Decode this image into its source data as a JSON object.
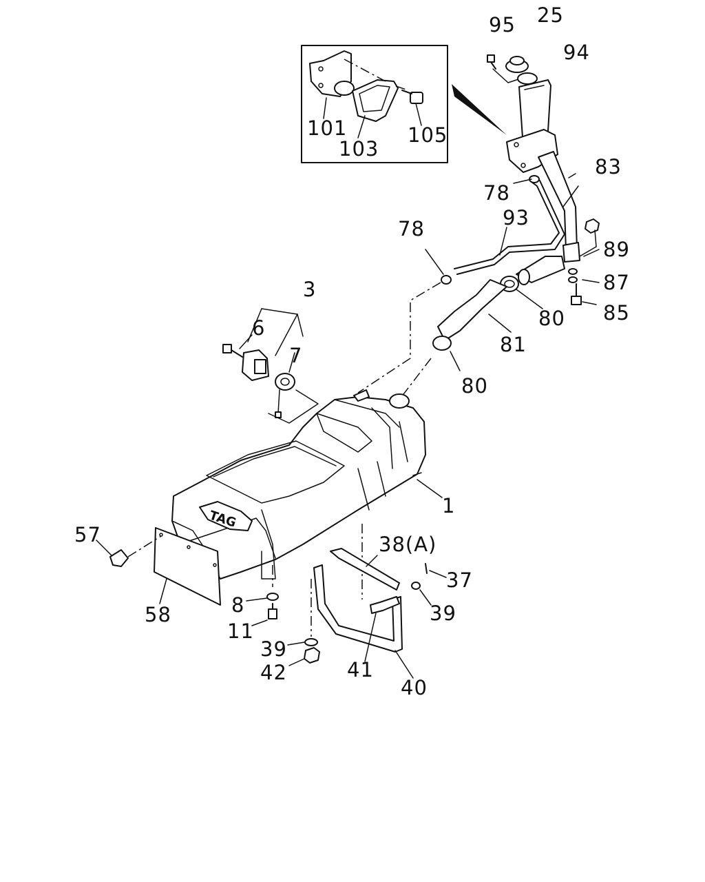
{
  "diagram": {
    "callouts": [
      {
        "id": "c95",
        "label": "95"
      },
      {
        "id": "c25",
        "label": "25"
      },
      {
        "id": "c94",
        "label": "94"
      },
      {
        "id": "c101",
        "label": "101"
      },
      {
        "id": "c103",
        "label": "103"
      },
      {
        "id": "c105",
        "label": "105"
      },
      {
        "id": "c83",
        "label": "83"
      },
      {
        "id": "c78a",
        "label": "78"
      },
      {
        "id": "c78b",
        "label": "78"
      },
      {
        "id": "c93",
        "label": "93"
      },
      {
        "id": "c89",
        "label": "89"
      },
      {
        "id": "c87",
        "label": "87"
      },
      {
        "id": "c85",
        "label": "85"
      },
      {
        "id": "c80a",
        "label": "80"
      },
      {
        "id": "c81",
        "label": "81"
      },
      {
        "id": "c80b",
        "label": "80"
      },
      {
        "id": "c3",
        "label": "3"
      },
      {
        "id": "c6",
        "label": "6"
      },
      {
        "id": "c7",
        "label": "7"
      },
      {
        "id": "c1",
        "label": "1"
      },
      {
        "id": "c57",
        "label": "57"
      },
      {
        "id": "c58",
        "label": "58"
      },
      {
        "id": "c8",
        "label": "8"
      },
      {
        "id": "c11",
        "label": "11"
      },
      {
        "id": "c39a",
        "label": "39"
      },
      {
        "id": "c42",
        "label": "42"
      },
      {
        "id": "c38",
        "label": "38(A)"
      },
      {
        "id": "c37",
        "label": "37"
      },
      {
        "id": "c39b",
        "label": "39"
      },
      {
        "id": "c41",
        "label": "41"
      },
      {
        "id": "c40",
        "label": "40"
      }
    ],
    "tank_emblem": "TAG"
  }
}
